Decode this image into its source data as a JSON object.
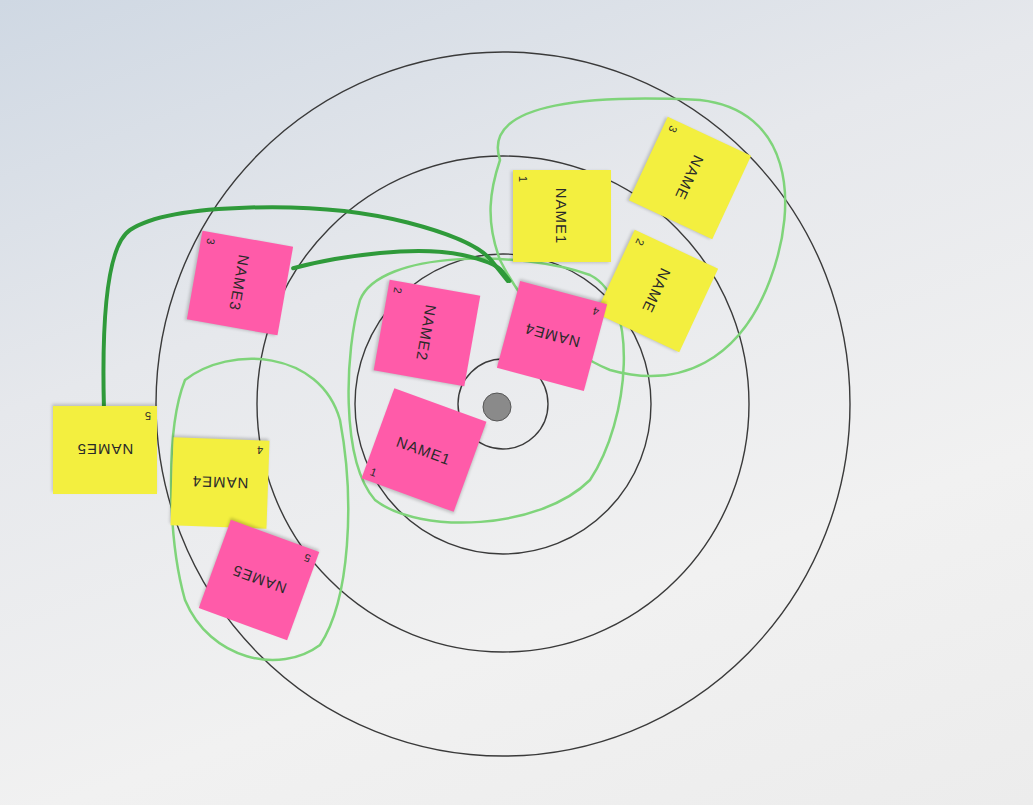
{
  "diagram": {
    "nodes": [
      {
        "text": [
          "NAME",
          "3"
        ]
      },
      {
        "text": [
          "NAME1",
          "1"
        ]
      },
      {
        "text": [
          "NAME3",
          "3"
        ]
      },
      {
        "text": [
          "NAME",
          "2"
        ]
      },
      {
        "text": [
          "NAME2",
          "2"
        ]
      },
      {
        "text": [
          "NAME4",
          "4"
        ]
      },
      {
        "text": [
          "NAME1",
          "1"
        ]
      },
      {
        "text": [
          "NAME5",
          "5"
        ]
      },
      {
        "text": [
          "NAME4",
          "4"
        ]
      },
      {
        "text": [
          "NAME5",
          "5"
        ]
      }
    ],
    "edges": [
      {
        "from": 7,
        "to": 5,
        "arrow": "none"
      },
      {
        "from": 2,
        "to": 5,
        "arrow": "none"
      }
    ]
  }
}
